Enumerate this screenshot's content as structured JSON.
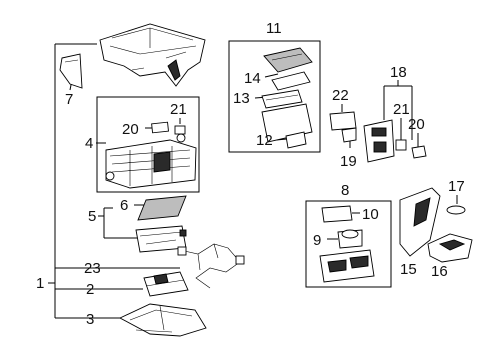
{
  "callouts": {
    "c1": "1",
    "c2": "2",
    "c3": "3",
    "c4": "4",
    "c5": "5",
    "c6": "6",
    "c7": "7",
    "c8": "8",
    "c9": "9",
    "c10": "10",
    "c11": "11",
    "c12": "12",
    "c13": "13",
    "c14": "14",
    "c15": "15",
    "c16": "16",
    "c17": "17",
    "c18": "18",
    "c19": "19",
    "c20a": "20",
    "c20b": "20",
    "c21a": "21",
    "c21b": "21",
    "c22": "22",
    "c23": "23"
  }
}
